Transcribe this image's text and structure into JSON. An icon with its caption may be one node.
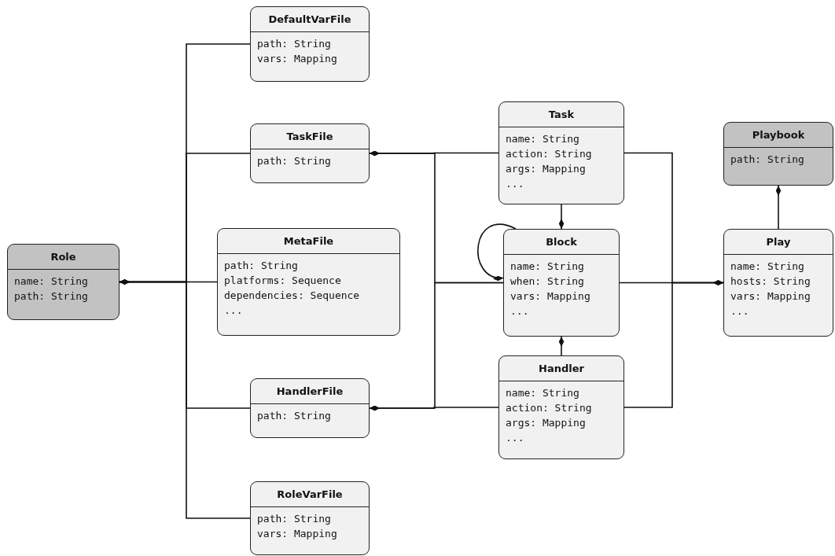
{
  "diagram": {
    "nodes": [
      {
        "text": [
          "DefaultVarFile",
          "path: String",
          "vars: Mapping"
        ]
      },
      {
        "text": [
          "TaskFile",
          "path: String"
        ]
      },
      {
        "text": [
          "Task",
          "name: String",
          "action: String",
          "args: Mapping",
          "..."
        ]
      },
      {
        "text": [
          "Playbook",
          "path: String"
        ]
      },
      {
        "text": [
          "Role",
          "name: String",
          "path: String"
        ]
      },
      {
        "text": [
          "MetaFile",
          "path: String",
          "platforms: Sequence",
          "dependencies: Sequence",
          "..."
        ]
      },
      {
        "text": [
          "Block",
          "name: String",
          "when: String",
          "vars: Mapping",
          "..."
        ]
      },
      {
        "text": [
          "Play",
          "name: String",
          "hosts: String",
          "vars: Mapping",
          "..."
        ]
      },
      {
        "text": [
          "HandlerFile",
          "path: String"
        ]
      },
      {
        "text": [
          "Handler",
          "name: String",
          "action: String",
          "args: Mapping",
          "..."
        ]
      },
      {
        "text": [
          "RoleVarFile",
          "path: String",
          "vars: Mapping"
        ]
      }
    ],
    "edges": [
      {
        "from": 4,
        "to": 0,
        "arrow": "other"
      },
      {
        "from": 4,
        "to": 1,
        "arrow": "other"
      },
      {
        "from": 4,
        "to": 5,
        "arrow": "other"
      },
      {
        "from": 4,
        "to": 8,
        "arrow": "other"
      },
      {
        "from": 4,
        "to": 10,
        "arrow": "other"
      },
      {
        "from": 1,
        "to": 2,
        "arrow": "other"
      },
      {
        "from": 1,
        "to": 6,
        "arrow": "other"
      },
      {
        "from": 8,
        "to": 9,
        "arrow": "other"
      },
      {
        "from": 8,
        "to": 6,
        "arrow": "other"
      },
      {
        "from": 6,
        "to": 2,
        "arrow": "other"
      },
      {
        "from": 6,
        "to": 9,
        "arrow": "other"
      },
      {
        "from": 6,
        "to": 6,
        "arrow": "other"
      },
      {
        "from": 7,
        "to": 2,
        "arrow": "other"
      },
      {
        "from": 7,
        "to": 6,
        "arrow": "other"
      },
      {
        "from": 7,
        "to": 9,
        "arrow": "other"
      },
      {
        "from": 3,
        "to": 7,
        "arrow": "other"
      }
    ]
  }
}
